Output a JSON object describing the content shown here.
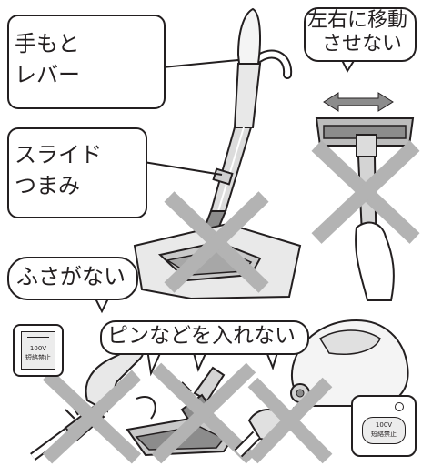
{
  "callouts": {
    "hand_lever": [
      "手もと",
      "レバー"
    ],
    "slide_knob": [
      "スライド",
      "つまみ"
    ],
    "fusagane": "ふさがない",
    "no_side": [
      "左右に移動",
      "させない"
    ],
    "no_pins": "ピンなどを入れない"
  },
  "labels": {
    "voltage_top": "100V",
    "short_ban_top": "短絡禁止",
    "voltage_bottom": "100V",
    "short_ban_bottom": "短絡禁止"
  },
  "colors": {
    "line": "#231f20",
    "cross": "#b3b3b3",
    "fill_light": "#ececec",
    "fill_mid": "#d4d4d4",
    "fill_dark": "#8c8c8c"
  }
}
